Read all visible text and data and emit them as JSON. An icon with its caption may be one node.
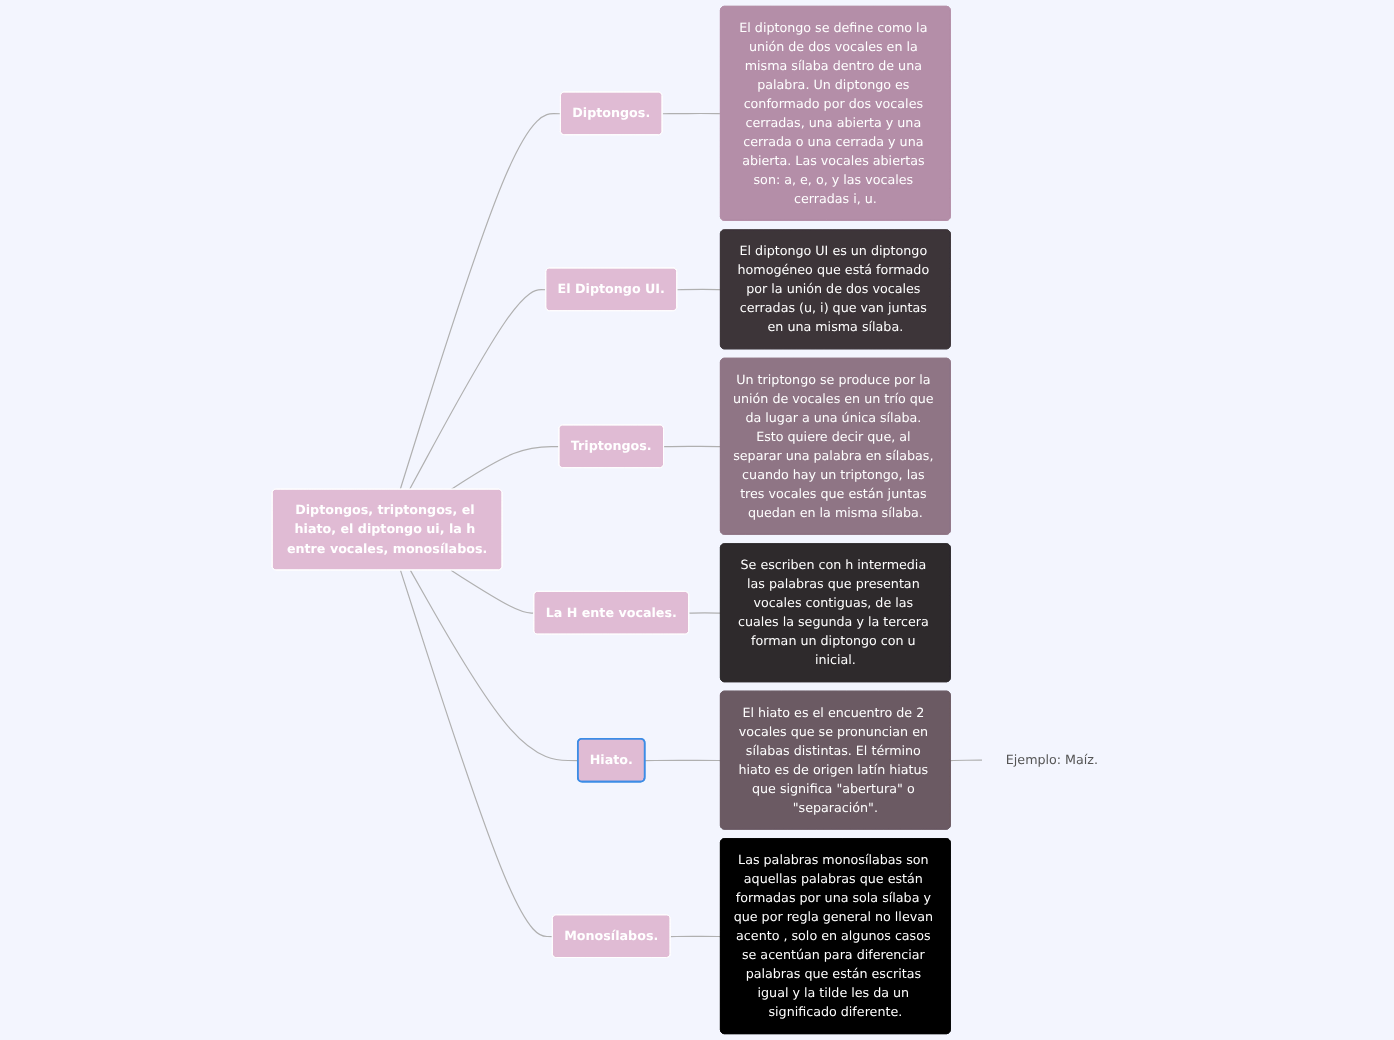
{
  "diagram": {
    "nodes": [
      {
        "text": [
          "Diptongos, triptongos, el hiato, el diptongo ui, la h entre vocales, monosílabos."
        ]
      },
      {
        "text": [
          "Diptongos."
        ]
      },
      {
        "text": [
          "El diptongo se define como la unión de dos vocales en la misma sílaba dentro de una palabra. Un diptongo es conformado por dos vocales cerradas, una abierta y una cerrada o una cerrada y una abierta. Las vocales abiertas son: a, e, o, y las vocales cerradas i, u."
        ]
      },
      {
        "text": [
          "El Diptongo UI."
        ]
      },
      {
        "text": [
          "El diptongo UI es un diptongo homogéneo que está formado por la unión de dos vocales cerradas (u, i) que van juntas en una misma sílaba."
        ]
      },
      {
        "text": [
          "Triptongos."
        ]
      },
      {
        "text": [
          "Un triptongo se produce por la unión de vocales en un trío que da lugar a una única sílaba. Esto quiere decir que, al separar una palabra en sílabas, cuando hay un triptongo, las tres vocales que están juntas quedan en la misma sílaba."
        ]
      },
      {
        "text": [
          "La H ente vocales."
        ]
      },
      {
        "text": [
          "Se escriben con h intermedia las palabras que presentan vocales contiguas, de las cuales la segunda y la tercera forman un diptongo con u inicial."
        ]
      },
      {
        "text": [
          "Hiato."
        ]
      },
      {
        "text": [
          "El hiato es el encuentro de 2 vocales que se pronuncian en sílabas distintas. El término hiato es de origen latín hiatus que significa \"abertura\" o \"separación\"."
        ]
      },
      {
        "text": [
          "Ejemplo: Maíz."
        ]
      },
      {
        "text": [
          "Monosílabos."
        ]
      },
      {
        "text": [
          "Las palabras monosílabas son aquellas palabras que están formadas por una sola sílaba y que por regla general no llevan acento , solo en algunos casos se acentúan para diferenciar palabras que están escritas igual y la tilde les da un significado diferente."
        ]
      }
    ],
    "edges": [
      {
        "from": 0,
        "to": 1,
        "arrow": "none"
      },
      {
        "from": 1,
        "to": 2,
        "arrow": "none"
      },
      {
        "from": 0,
        "to": 3,
        "arrow": "none"
      },
      {
        "from": 3,
        "to": 4,
        "arrow": "none"
      },
      {
        "from": 0,
        "to": 5,
        "arrow": "none"
      },
      {
        "from": 5,
        "to": 6,
        "arrow": "none"
      },
      {
        "from": 0,
        "to": 7,
        "arrow": "none"
      },
      {
        "from": 7,
        "to": 8,
        "arrow": "none"
      },
      {
        "from": 0,
        "to": 9,
        "arrow": "none"
      },
      {
        "from": 9,
        "to": 10,
        "arrow": "none"
      },
      {
        "from": 10,
        "to": 11,
        "arrow": "none"
      },
      {
        "from": 0,
        "to": 12,
        "arrow": "none"
      },
      {
        "from": 12,
        "to": 13,
        "arrow": "none"
      }
    ]
  }
}
